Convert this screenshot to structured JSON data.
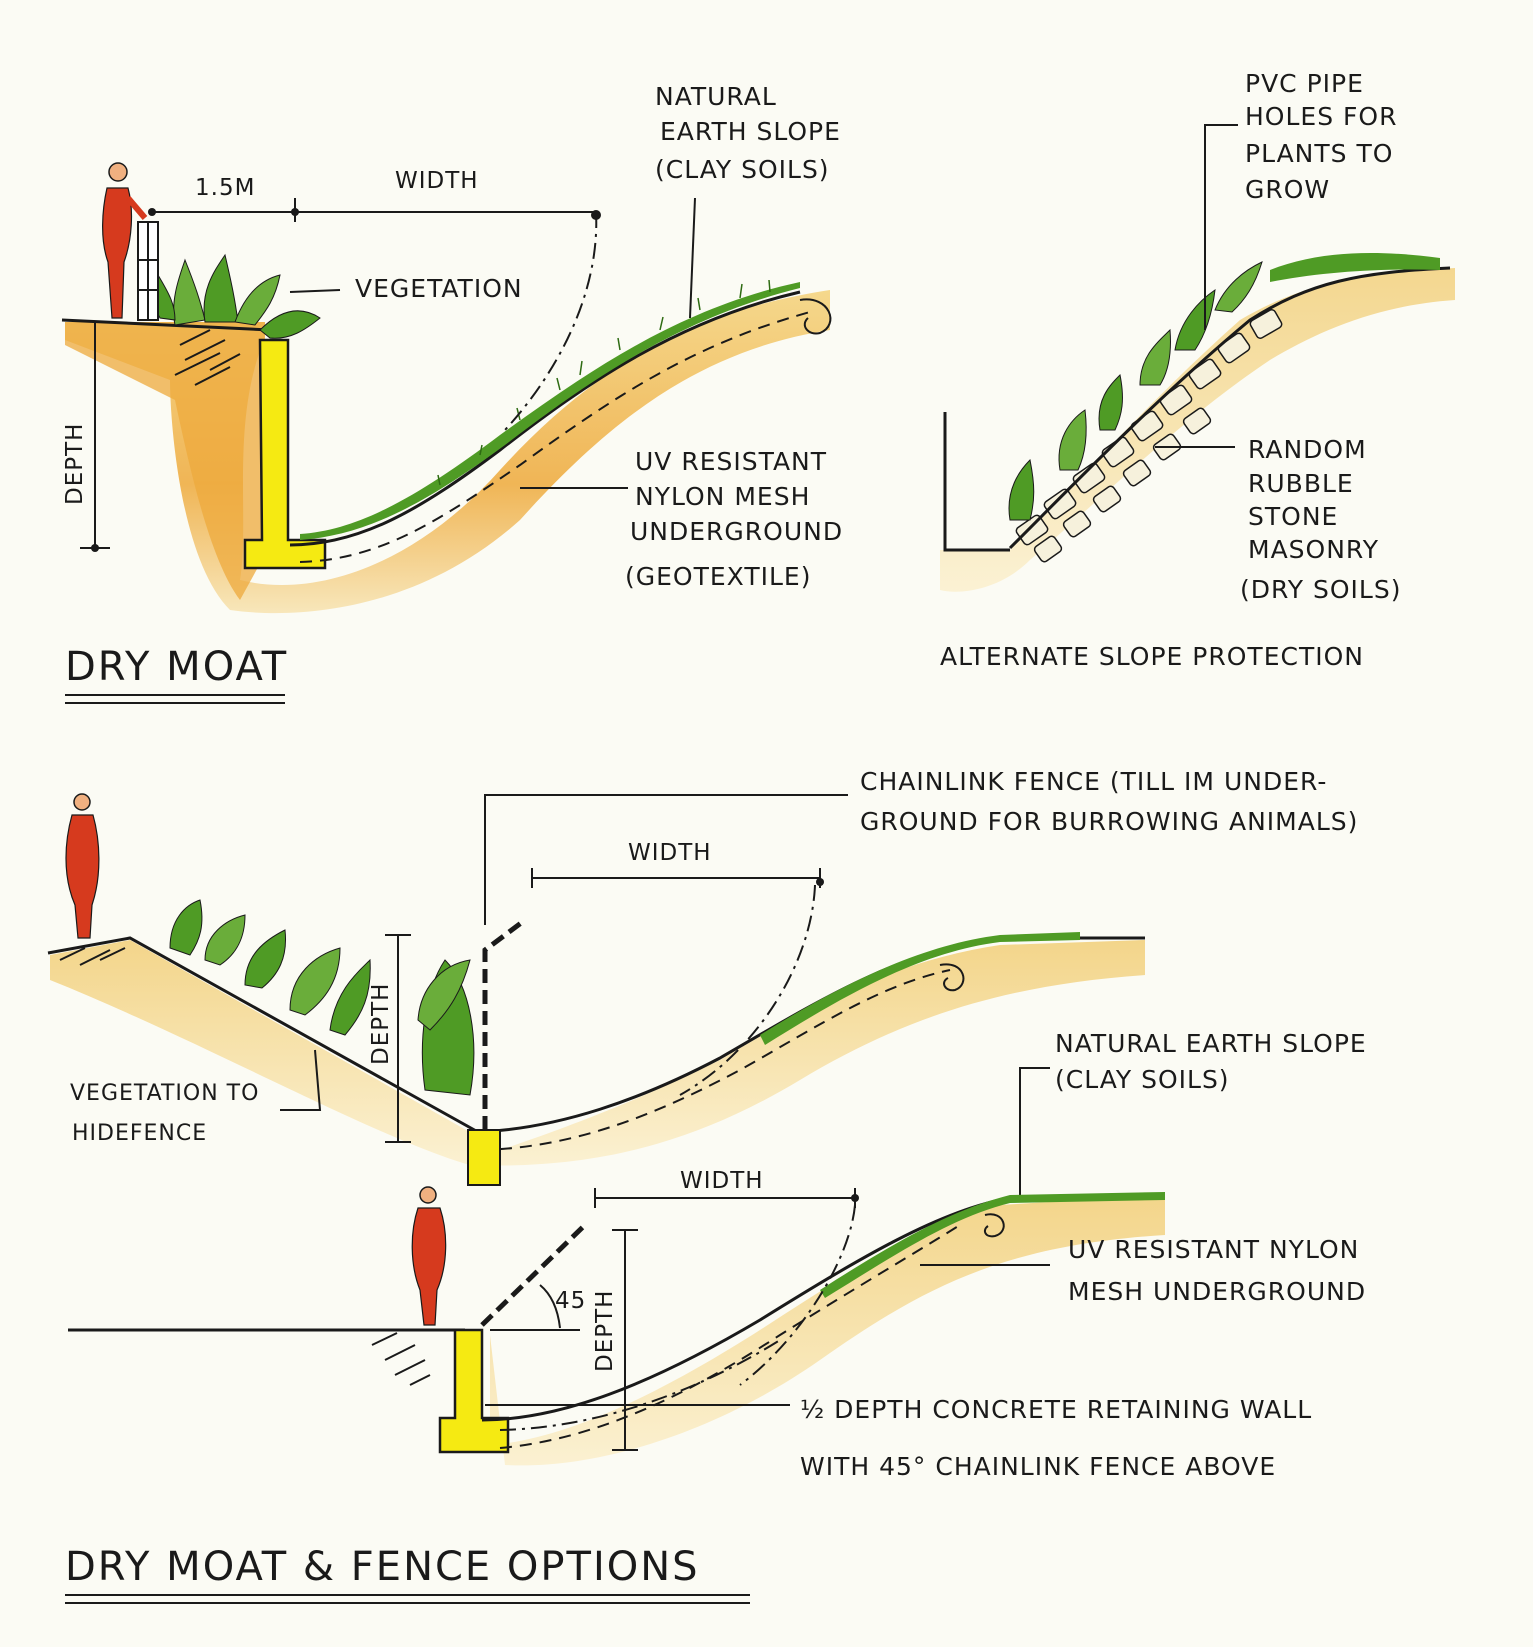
{
  "dry_moat": {
    "title": "DRY MOAT",
    "dim_1_5m": "1.5M",
    "dim_width": "WIDTH",
    "dim_depth": "DEPTH",
    "label_vegetation": "VEGETATION",
    "label_earth_slope": [
      "NATURAL",
      "EARTH SLOPE",
      "(CLAY SOILS)"
    ],
    "label_mesh": [
      "UV RESISTANT",
      "NYLON MESH",
      "UNDERGROUND",
      "(GEOTEXTILE)"
    ]
  },
  "alternate": {
    "title": "ALTERNATE SLOPE PROTECTION",
    "label_pvc": [
      "PVC PIPE",
      "HOLES FOR",
      "PLANTS TO",
      "GROW"
    ],
    "label_rubble": [
      "RANDOM",
      "RUBBLE",
      "STONE",
      "MASONRY",
      "(DRY SOILS)"
    ]
  },
  "fence_option_1": {
    "label_chainlink": [
      "CHAINLINK FENCE (TILL IM UNDER-",
      "GROUND FOR BURROWING ANIMALS)"
    ],
    "dim_width": "WIDTH",
    "dim_depth": "DEPTH",
    "label_veg_hide": [
      "VEGETATION TO",
      "HIDEFENCE"
    ],
    "label_earth_slope": [
      "NATURAL EARTH SLOPE",
      "(CLAY SOILS)"
    ]
  },
  "fence_option_2": {
    "dim_width": "WIDTH",
    "dim_depth": "DEPTH",
    "angle": "45",
    "label_mesh": [
      "UV RESISTANT NYLON",
      "MESH UNDERGROUND"
    ],
    "label_wall": [
      "½ DEPTH CONCRETE RETAINING WALL",
      "WITH 45° CHAINLINK FENCE ABOVE"
    ]
  },
  "bottom_title": "DRY MOAT & FENCE OPTIONS",
  "colors": {
    "paper": "#fbfbf4",
    "soil": "#f2c766",
    "soil_deep": "#e9942a",
    "soil_light": "#f6e3ad",
    "wall": "#f5ea12",
    "grass": "#4f9b25",
    "leaf": "#6aad3a",
    "figure": "#d63a1e",
    "ink": "#1a1a1a"
  },
  "icons": [
    "person-figure-icon",
    "plant-icon",
    "retaining-wall-icon",
    "fence-post-icon"
  ]
}
